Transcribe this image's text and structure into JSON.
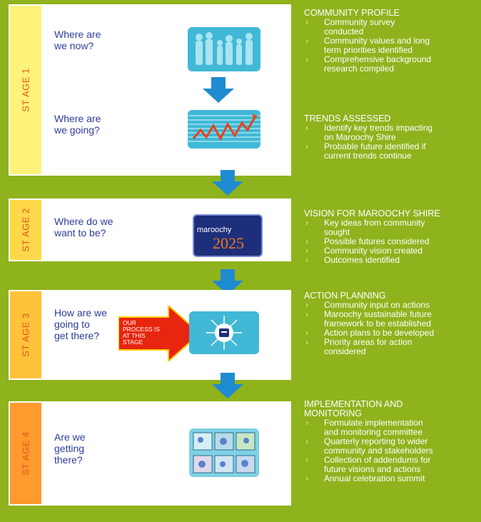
{
  "stages": [
    {
      "label": "ST AGE 1",
      "tab_color": "#fff27a",
      "questions": [
        "Where are\nwe now?",
        "Where are\nwe going?"
      ]
    },
    {
      "label": "ST AGE 2",
      "tab_color": "#ffd84a",
      "questions": [
        "Where do we\nwant to be?"
      ]
    },
    {
      "label": "ST AGE 3",
      "tab_color": "#ffc23a",
      "questions": [
        "How are we\ngoing to\nget there?"
      ]
    },
    {
      "label": "ST AGE 4",
      "tab_color": "#ff9a2e",
      "questions": [
        "Are we\ngetting\nthere?"
      ]
    }
  ],
  "callout": "OUR\nPROCESS IS\nAT THIS\nSTAGE",
  "logo": {
    "word": "maroochy",
    "year": "2025"
  },
  "sections": [
    {
      "title": "COMMUNITY PROFILE",
      "items": [
        "Community survey\nconducted",
        "Community values and long\nterm priorities identified",
        "Comprehensive background\nresearch compiled"
      ]
    },
    {
      "title": "TRENDS ASSESSED",
      "items": [
        "Identify key trends impacting\non Maroochy Shire",
        "Probable future identified if\ncurrent trends continue"
      ]
    },
    {
      "title": "VISION FOR MAROOCHY SHIRE",
      "items": [
        "Key ideas from community\nsought",
        "Possible futures considered",
        "Community vision created",
        "Outcomes identified"
      ]
    },
    {
      "title": "ACTION PLANNING",
      "items": [
        "Community input on actions",
        "Maroochy sustainable future\nframework to be established",
        "Action plans to be developed",
        "Priority areas for action\nconsidered"
      ]
    },
    {
      "title": "IMPLEMENTATION AND\nMONITORING",
      "items": [
        "Formulate implementation\nand monitoring committee",
        "Quarterly reporting to wider\ncommunity and stakeholders",
        "Collection of addendums for\nfuture visions and actions",
        "Annual celebration summit"
      ]
    }
  ],
  "icons": {
    "chevron": "›",
    "people": "people-photo-icon",
    "trend": "trend-chart-icon",
    "action": "action-hub-icon",
    "monitor": "photo-grid-icon"
  }
}
